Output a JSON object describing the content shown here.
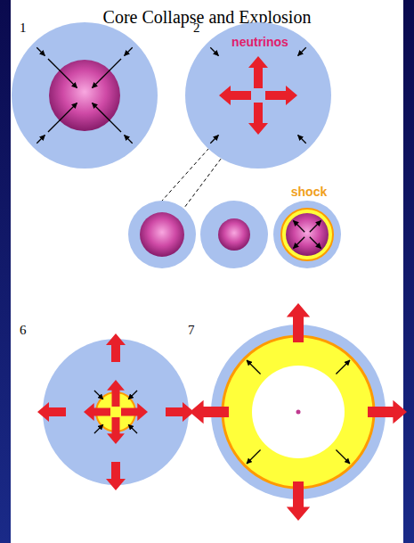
{
  "diagram": {
    "title": "Core Collapse and Explosion",
    "nodes": [
      {
        "text": [
          "1"
        ]
      },
      {
        "text": [
          "2",
          "neutrinos"
        ]
      },
      {
        "text": [
          "shock"
        ]
      },
      {
        "text": [
          "6"
        ]
      },
      {
        "text": [
          "7"
        ]
      }
    ]
  }
}
